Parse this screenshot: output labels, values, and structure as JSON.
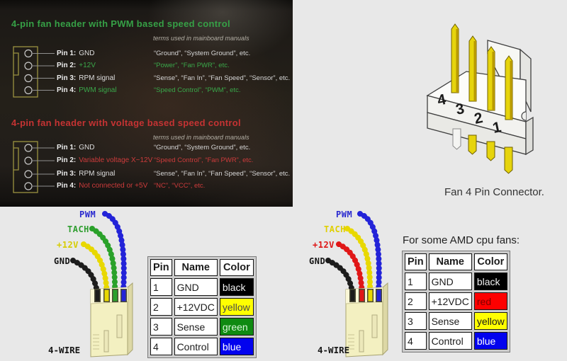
{
  "header_panel": {
    "sections": [
      {
        "title": "4-pin fan header with PWM based speed control",
        "title_color": "#36a046",
        "note": "terms used in mainboard manuals",
        "rows": [
          {
            "label": "Pin 1:",
            "value": "GND",
            "value_color": "#dedede",
            "terms": "“Ground”, “System Ground”, etc.",
            "terms_color": "#d6d6d6"
          },
          {
            "label": "Pin 2:",
            "value": "+12V",
            "value_color": "#3aa74a",
            "terms": "“Power”, “Fan PWR”, etc.",
            "terms_color": "#3aa74a"
          },
          {
            "label": "Pin 3:",
            "value": "RPM signal",
            "value_color": "#dedede",
            "terms": "“Sense”, “Fan In”, “Fan Speed”, “Sensor”, etc.",
            "terms_color": "#d6d6d6"
          },
          {
            "label": "Pin 4:",
            "value": "PWM signal",
            "value_color": "#3aa74a",
            "terms": "“Speed Control”, “PWM”, etc.",
            "terms_color": "#3aa74a"
          }
        ]
      },
      {
        "title": "4-pin fan header with voltage based speed control",
        "title_color": "#c53333",
        "note": "terms used in mainboard manuals",
        "rows": [
          {
            "label": "Pin 1:",
            "value": "GND",
            "value_color": "#dedede",
            "terms": "“Ground”, “System Ground”, etc.",
            "terms_color": "#d6d6d6"
          },
          {
            "label": "Pin 2:",
            "value": "Variable voltage X~12V",
            "value_color": "#cc3b3b",
            "terms": "“Speed Control”, “Fan PWR”, etc.",
            "terms_color": "#cc3b3b"
          },
          {
            "label": "Pin 3:",
            "value": "RPM signal",
            "value_color": "#dedede",
            "terms": "“Sense”, “Fan In”, “Fan Speed”, “Sensor”, etc.",
            "terms_color": "#d6d6d6"
          },
          {
            "label": "Pin 4:",
            "value": "Not connected or +5V",
            "value_color": "#cc3b3b",
            "terms": "“NC”, “VCC”, etc.",
            "terms_color": "#cc3b3b"
          }
        ]
      }
    ]
  },
  "connector3d": {
    "caption": "Fan 4 Pin Connector.",
    "pin_numbers": [
      "4",
      "3",
      "2",
      "1"
    ],
    "pin_color": "#e6d40c"
  },
  "left_diagram": {
    "wire_labels": [
      {
        "text": "PWM",
        "color": "#2929cf"
      },
      {
        "text": "TACH",
        "color": "#2f9e2f"
      },
      {
        "text": "+12V",
        "color": "#d6cc00"
      },
      {
        "text": "GND",
        "color": "#141414"
      }
    ],
    "wires": {
      "pwm": "#2323d8",
      "tach": "#2aa12a",
      "v12": "#e8d800",
      "gnd": "#1c1c1c"
    },
    "connector_caption": "4-WIRE",
    "table": {
      "headers": [
        "Pin",
        "Name",
        "Color"
      ],
      "rows": [
        {
          "pin": "1",
          "name": "GND",
          "color_name": "black",
          "bg": "#000000",
          "fg": "#f0f0f0"
        },
        {
          "pin": "2",
          "name": "+12VDC",
          "color_name": "yellow",
          "bg": "#ffff00",
          "fg": "#4a4a4a"
        },
        {
          "pin": "3",
          "name": "Sense",
          "color_name": "green",
          "bg": "#0f8a11",
          "fg": "#d9f7d9"
        },
        {
          "pin": "4",
          "name": "Control",
          "color_name": "blue",
          "bg": "#0202ee",
          "fg": "#ffffff"
        }
      ]
    }
  },
  "right_diagram": {
    "caption": "For some AMD cpu fans:",
    "wire_labels": [
      {
        "text": "PWM",
        "color": "#2929cf"
      },
      {
        "text": "TACH",
        "color": "#e0cf00"
      },
      {
        "text": "+12V",
        "color": "#de1515"
      },
      {
        "text": "GND",
        "color": "#141414"
      }
    ],
    "wires": {
      "pwm": "#2323d8",
      "tach": "#e8d800",
      "v12": "#e01717",
      "gnd": "#1c1c1c"
    },
    "connector_caption": "4-WIRE",
    "table": {
      "headers": [
        "Pin",
        "Name",
        "Color"
      ],
      "rows": [
        {
          "pin": "1",
          "name": "GND",
          "color_name": "black",
          "bg": "#000000",
          "fg": "#f0f0f0"
        },
        {
          "pin": "2",
          "name": "+12VDC",
          "color_name": "red",
          "bg": "#fe0000",
          "fg": "#7d0000"
        },
        {
          "pin": "3",
          "name": "Sense",
          "color_name": "yellow",
          "bg": "#ffff00",
          "fg": "#1a1a1a"
        },
        {
          "pin": "4",
          "name": "Control",
          "color_name": "blue",
          "bg": "#0202ee",
          "fg": "#ffffff"
        }
      ]
    }
  }
}
